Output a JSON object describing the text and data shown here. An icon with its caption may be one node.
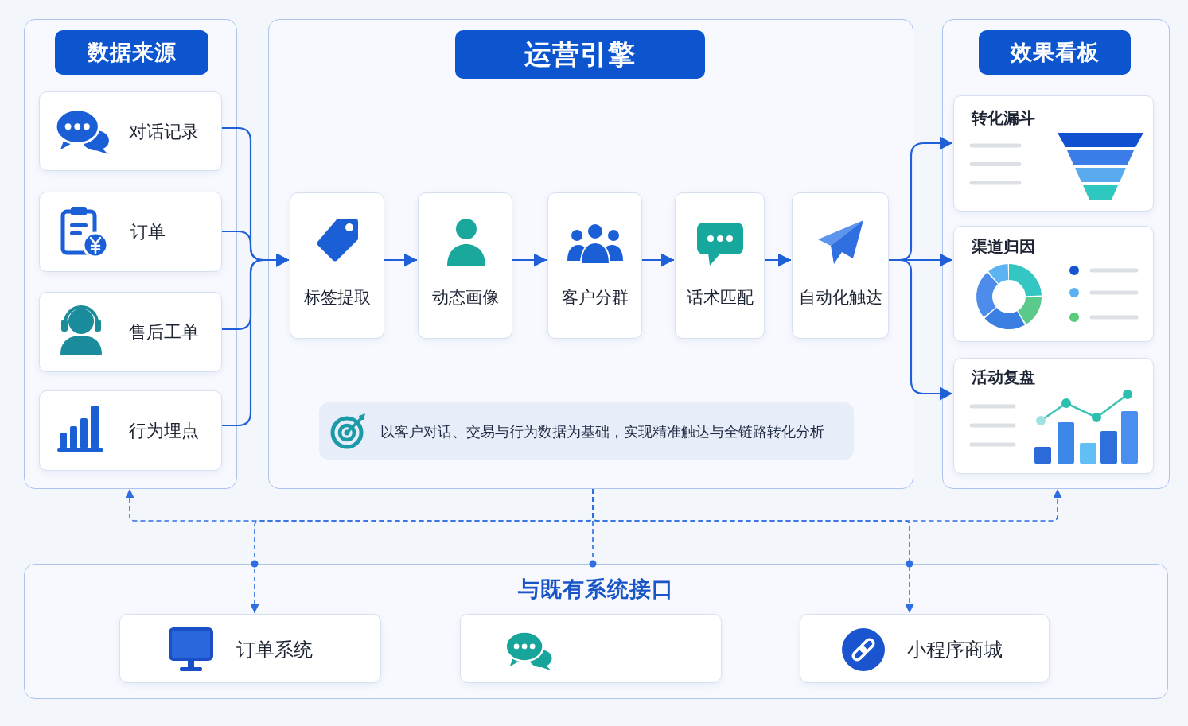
{
  "diagram": {
    "nodes": [
      {
        "text": [
          "数据来源"
        ]
      },
      {
        "text": [
          "对话记录"
        ],
        "in": 0
      },
      {
        "text": [
          "订单"
        ],
        "in": 0
      },
      {
        "text": [
          "售后工单"
        ],
        "in": 0
      },
      {
        "text": [
          "行为埋点"
        ],
        "in": 0
      },
      {
        "text": [
          "运营引擎"
        ]
      },
      {
        "text": [
          "标签提取"
        ],
        "in": 5
      },
      {
        "text": [
          "动态画像"
        ],
        "in": 5
      },
      {
        "text": [
          "客户分群"
        ],
        "in": 5
      },
      {
        "text": [
          "话术匹配"
        ],
        "in": 5
      },
      {
        "text": [
          "自动化触达"
        ],
        "in": 5
      },
      {
        "text": [
          "以客户对话、交易与行为数据为基础，实现精准触达与全链路转化分析"
        ],
        "in": 5
      },
      {
        "text": [
          "效果看板"
        ]
      },
      {
        "text": [
          "转化漏斗"
        ],
        "in": 12
      },
      {
        "text": [
          "渠道归因"
        ],
        "in": 12
      },
      {
        "text": [
          "活动复盘"
        ],
        "in": 12
      },
      {
        "text": [
          "与既有系统接口"
        ]
      },
      {
        "text": [
          "订单系统"
        ],
        "in": 16
      },
      {
        "text": [],
        "shape": "box",
        "in": 16
      },
      {
        "text": [
          "小程序商城"
        ],
        "in": 16
      }
    ],
    "edges": [
      {
        "from": 1,
        "to": 6,
        "arrow": "to"
      },
      {
        "from": 2,
        "to": 6,
        "arrow": "to"
      },
      {
        "from": 3,
        "to": 6,
        "arrow": "to"
      },
      {
        "from": 4,
        "to": 6,
        "arrow": "to"
      },
      {
        "from": 6,
        "to": 7,
        "arrow": "to"
      },
      {
        "from": 7,
        "to": 8,
        "arrow": "to"
      },
      {
        "from": 8,
        "to": 9,
        "arrow": "to"
      },
      {
        "from": 9,
        "to": 10,
        "arrow": "to"
      },
      {
        "from": 10,
        "to": 13,
        "arrow": "to"
      },
      {
        "from": 10,
        "to": 14,
        "arrow": "to"
      },
      {
        "from": 10,
        "to": 15,
        "arrow": "to"
      },
      {
        "from": 5,
        "to": 0,
        "arrow": "to",
        "style": "dashed"
      },
      {
        "from": 5,
        "to": 12,
        "arrow": "to",
        "style": "dashed"
      },
      {
        "from": 5,
        "to": 17,
        "arrow": "to",
        "style": "dashed"
      },
      {
        "from": 5,
        "to": 19,
        "arrow": "to",
        "style": "dashed"
      },
      {
        "from": 5,
        "to": 16,
        "arrow": "other",
        "style": "dashed"
      }
    ]
  }
}
